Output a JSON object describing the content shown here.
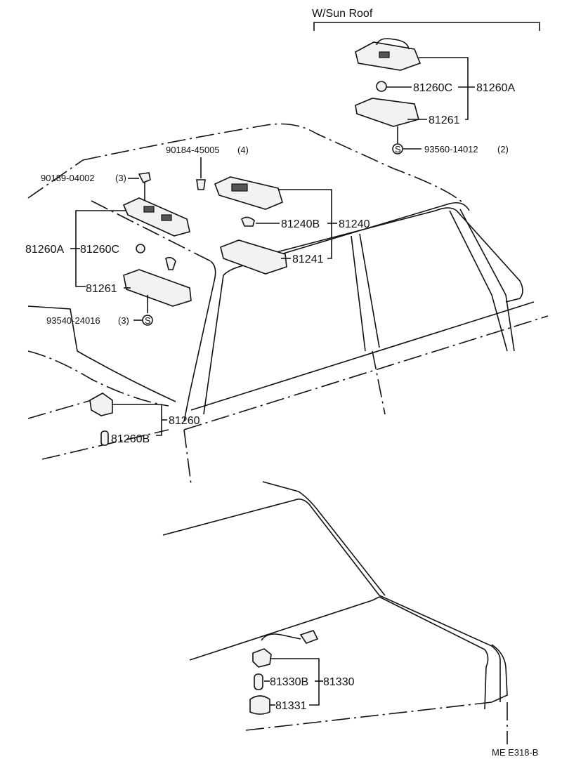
{
  "header": {
    "variant_label": "W/Sun Roof"
  },
  "sunroof": {
    "bulb_label": "81260C",
    "assy_label": "81260A",
    "lens_label": "81261",
    "screw_label": "93560-14012",
    "screw_qty": "(2)"
  },
  "front": {
    "left_screw_label": "90189-04002",
    "left_screw_qty": "(3)",
    "center_screw_label": "90184-45005",
    "center_screw_qty": "(4)",
    "assy_label": "81260A",
    "bulb_label": "81260C",
    "lens_label": "81261",
    "lower_screw_label": "93540-24016",
    "lower_screw_qty": "(3)"
  },
  "center": {
    "bulb_label": "81240B",
    "assy_label": "81240",
    "lens_label": "81241"
  },
  "pillar": {
    "lamp_label": "81260",
    "bulb_label": "81260B"
  },
  "trunk": {
    "bulb_label": "81330B",
    "assy_label": "81330",
    "lens_label": "81331"
  },
  "footer": {
    "diagram_code": "ME E318-B"
  }
}
